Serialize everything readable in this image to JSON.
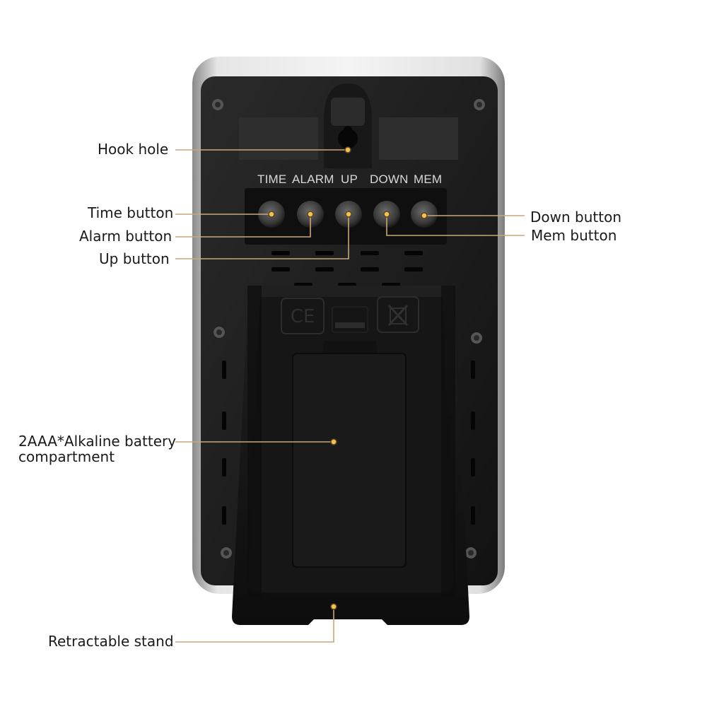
{
  "device": {
    "button_labels": [
      "TIME",
      "ALARM",
      "UP",
      "DOWN",
      "MEM"
    ]
  },
  "callouts": {
    "hook_hole": "Hook hole",
    "time_button": "Time button",
    "alarm_button": "Alarm button",
    "up_button": "Up button",
    "down_button": "Down button",
    "mem_button": "Mem button",
    "battery_line1": "2AAA*Alkaline battery",
    "battery_line2": "compartment",
    "stand": "Retractable stand"
  },
  "colors": {
    "callout_line": "#c8a878",
    "callout_dot": "#f2c14e",
    "body_silver": "#c9c9c9",
    "body_black": "#1b1b1b"
  }
}
